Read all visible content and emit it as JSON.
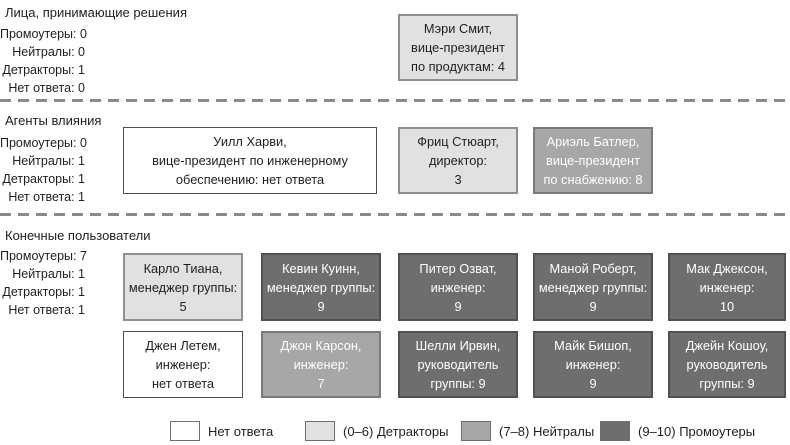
{
  "diagram": {
    "colors": {
      "no_answer": "#ffffff",
      "detractors": "#e1e1e1",
      "neutrals": "#a7a7a7",
      "promoters": "#6e6e6e"
    },
    "sections": [
      {
        "title": "Лица, принимающие решения",
        "stats": [
          "Промоутеры: 0",
          "Нейтралы: 0",
          "Детракторы: 1",
          "Нет ответа: 0"
        ],
        "boxes": [
          {
            "category": "detractor",
            "lines": [
              "Мэри Смит,",
              "вице-президент",
              "по продуктам: 4"
            ]
          }
        ]
      },
      {
        "title": "Агенты влияния",
        "stats": [
          "Промоутеры: 0",
          "Нейтралы: 1",
          "Детракторы: 1",
          "Нет ответа: 1"
        ],
        "boxes": [
          {
            "category": "none",
            "lines": [
              "Уилл Харви,",
              "вице-президент по инженерному",
              "обеспечению: нет ответа"
            ]
          },
          {
            "category": "detractor",
            "lines": [
              "Фриц Стюарт,",
              "директор:",
              "3"
            ]
          },
          {
            "category": "neutral",
            "lines": [
              "Ариэль Батлер,",
              "вице-президент",
              "по снабжению: 8"
            ]
          }
        ]
      },
      {
        "title": "Конечные пользователи",
        "stats": [
          "Промоутеры: 7",
          "Нейтралы: 1",
          "Детракторы: 1",
          "Нет ответа: 1"
        ],
        "boxes": [
          {
            "category": "detractor",
            "lines": [
              "Карло Тиана,",
              "менеджер группы:",
              "5"
            ]
          },
          {
            "category": "promoter",
            "lines": [
              "Кевин Куинн,",
              "менеджер группы:",
              "9"
            ]
          },
          {
            "category": "promoter",
            "lines": [
              "Питер Озват,",
              "инженер:",
              "9"
            ]
          },
          {
            "category": "promoter",
            "lines": [
              "Маной Роберт,",
              "менеджер группы:",
              "9"
            ]
          },
          {
            "category": "promoter",
            "lines": [
              "Мак Джексон,",
              "инженер:",
              "10"
            ]
          },
          {
            "category": "none",
            "lines": [
              "Джен Летем,",
              "инженер:",
              "нет ответа"
            ]
          },
          {
            "category": "neutral",
            "lines": [
              "Джон Карсон,",
              "инженер:",
              "7"
            ]
          },
          {
            "category": "promoter",
            "lines": [
              "Шелли Ирвин,",
              "руководитель",
              "группы: 9"
            ]
          },
          {
            "category": "promoter",
            "lines": [
              "Майк Бишоп,",
              "инженер:",
              "9"
            ]
          },
          {
            "category": "promoter",
            "lines": [
              "Джейн Кошоу,",
              "руководитель",
              "группы: 9"
            ]
          }
        ]
      }
    ],
    "legend": [
      {
        "label": "Нет ответа",
        "category": "none",
        "color": "#ffffff"
      },
      {
        "label": "(0–6) Детракторы",
        "category": "detractor",
        "color": "#e1e1e1"
      },
      {
        "label": "(7–8) Нейтралы",
        "category": "neutral",
        "color": "#a7a7a7"
      },
      {
        "label": "(9–10) Промоутеры",
        "category": "promoter",
        "color": "#6e6e6e"
      }
    ]
  }
}
